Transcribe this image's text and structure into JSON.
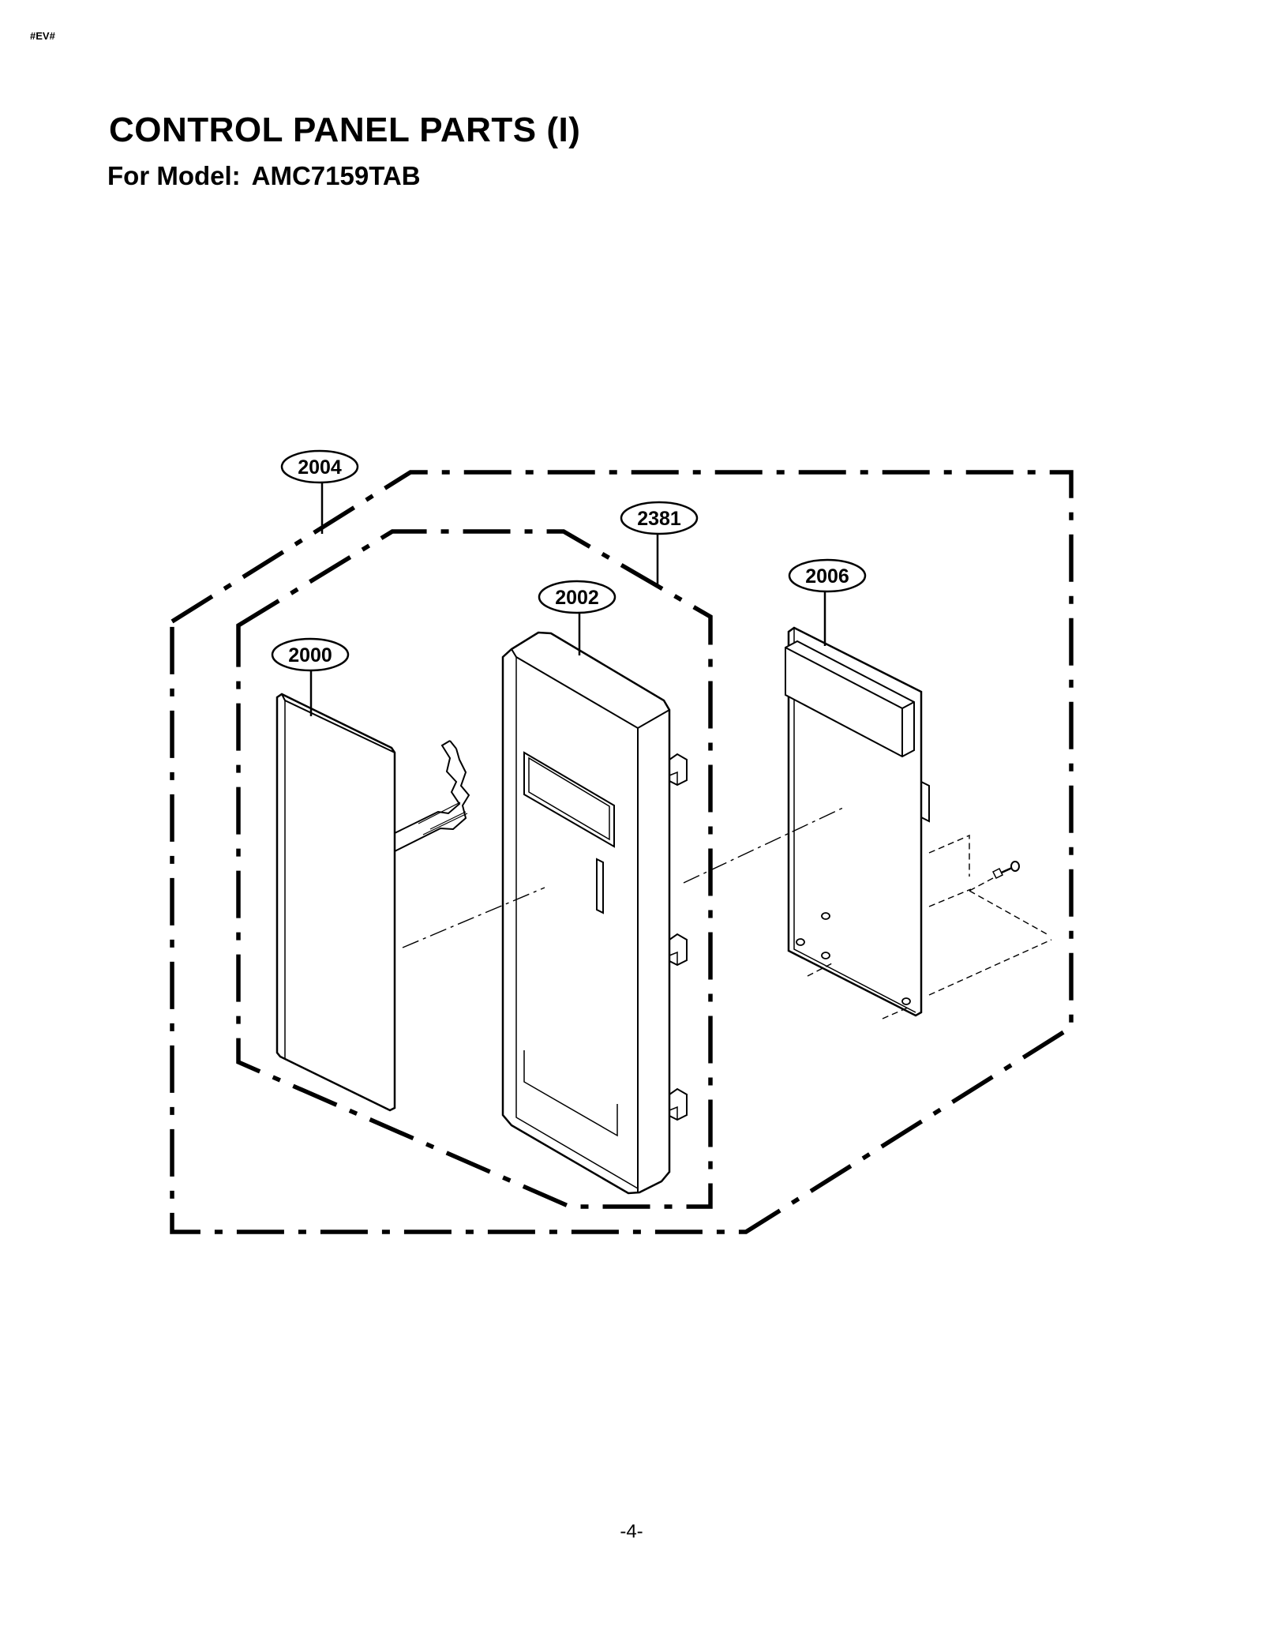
{
  "header": {
    "corner_tag": "#EV#",
    "title": "CONTROL PANEL PARTS (I)",
    "model_label": "For Model:",
    "model_number": "AMC7159TAB"
  },
  "callouts": [
    {
      "id": "callout-2004",
      "label": "2004"
    },
    {
      "id": "callout-2381",
      "label": "2381"
    },
    {
      "id": "callout-2006",
      "label": "2006"
    },
    {
      "id": "callout-2002",
      "label": "2002"
    },
    {
      "id": "callout-2000",
      "label": "2000"
    }
  ],
  "footer": {
    "page_number": "-4-"
  },
  "colors": {
    "ink": "#000000",
    "paper": "#ffffff"
  }
}
